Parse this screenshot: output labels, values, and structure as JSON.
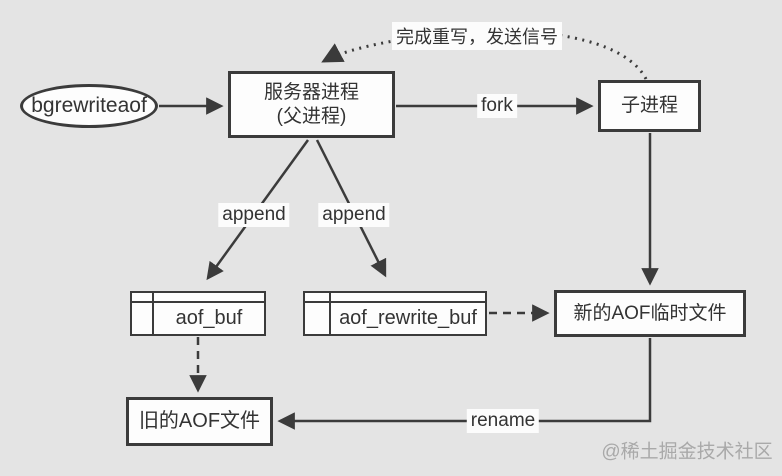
{
  "colors": {
    "background": "#e4e4e4",
    "line": "#3b3b3b",
    "node_fill": "#fdfdfd",
    "text": "#333333",
    "watermark": "#a9a9a9"
  },
  "nodes": {
    "start": {
      "label": "bgrewriteaof"
    },
    "server": {
      "line1": "服务器进程",
      "line2": "(父进程)"
    },
    "child": {
      "label": "子进程"
    },
    "aof_buf": {
      "label": "aof_buf"
    },
    "aof_rewrite_buf": {
      "label": "aof_rewrite_buf"
    },
    "new_aof": {
      "label": "新的AOF临时文件"
    },
    "old_aof": {
      "label": "旧的AOF文件"
    }
  },
  "edges": {
    "signal": {
      "label": "完成重写，发送信号"
    },
    "fork": {
      "label": "fork"
    },
    "append_left": {
      "label": "append"
    },
    "append_right": {
      "label": "append"
    },
    "rename": {
      "label": "rename"
    }
  },
  "watermark": {
    "text": "@稀土掘金技术社区"
  }
}
